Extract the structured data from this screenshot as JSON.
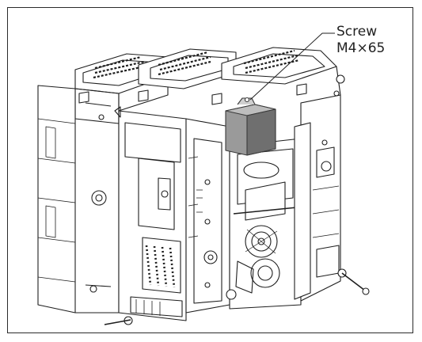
{
  "figure": {
    "callout": {
      "line1": "Screw",
      "line2": "M4×65"
    },
    "colors": {
      "outline": "#1e1e1e",
      "highlight_part": "#9a9a9a",
      "highlight_part_dark": "#6f6f6f",
      "highlight_part_light": "#bdbdbd",
      "frame_border": "#2b2b2b"
    },
    "subject": "circuit-breaker-assembly-line-drawing",
    "highlighted_component": "accessory-block"
  }
}
